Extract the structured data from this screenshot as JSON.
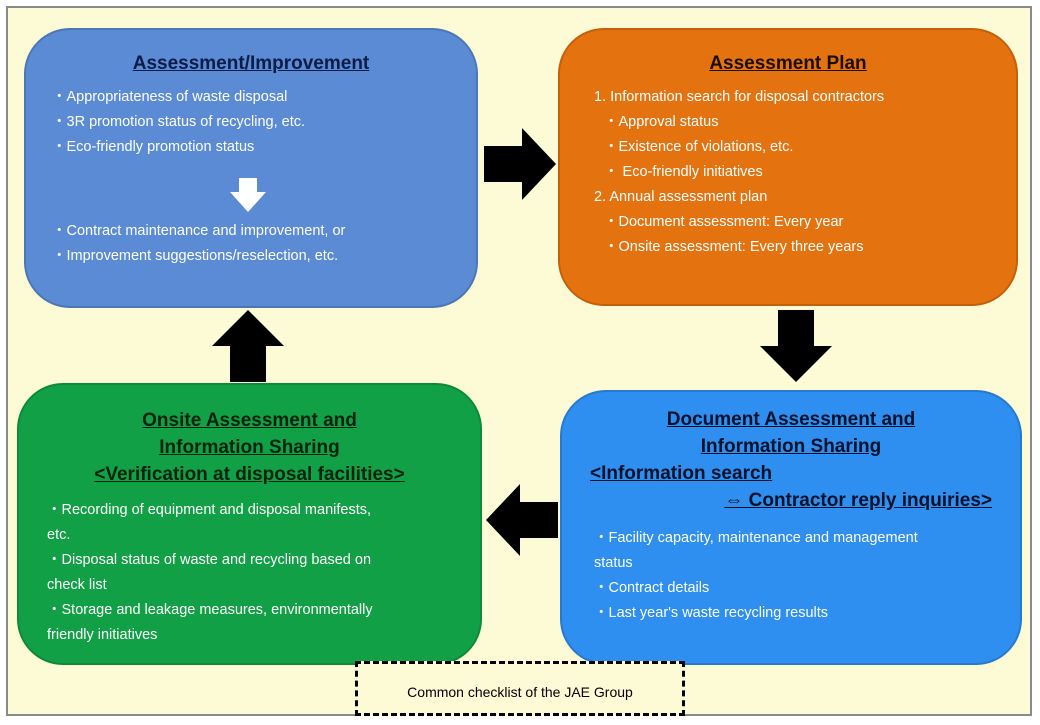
{
  "assessment_improvement": {
    "title": "Assessment/Improvement",
    "items_before": [
      "・Appropriateness of waste disposal",
      "・3R promotion status of recycling, etc.",
      "・Eco-friendly promotion status"
    ],
    "items_after": [
      "・Contract maintenance and improvement, or",
      "・Improvement suggestions/reselection, etc."
    ]
  },
  "assessment_plan": {
    "title": "Assessment Plan",
    "step1": "1. Information search for disposal contractors",
    "step1_items": [
      "・Approval status",
      "・Existence of violations, etc.",
      "・ Eco-friendly initiatives"
    ],
    "step2": "2. Annual assessment plan",
    "step2_items": [
      "・Document assessment: Every year",
      "・Onsite assessment: Every three years"
    ]
  },
  "onsite_assessment": {
    "title_line1": "Onsite Assessment and",
    "title_line2": "Information Sharing",
    "title_line3": "<Verification at disposal facilities>",
    "items": [
      "・Recording of equipment and disposal manifests,",
      "etc.",
      "・Disposal status of waste and recycling based on",
      "check list",
      "・Storage and leakage measures, environmentally",
      "friendly initiatives"
    ]
  },
  "document_assessment": {
    "title_line1": "Document Assessment and",
    "title_line2": "Information Sharing",
    "title_line3": "<Information search",
    "title_line4": "⇔ Contractor reply inquiries>",
    "items": [
      "・Facility capacity, maintenance and management",
      "status",
      "・Contract details",
      "・Last year's waste recycling results"
    ]
  },
  "footer_note": "Common checklist of the JAE Group",
  "colors": {
    "assessment_improvement": "#5a8bd4",
    "assessment_plan": "#e4730f",
    "onsite_assessment": "#12a047",
    "document_assessment": "#2e8ff0",
    "background": "#fdfbd6"
  }
}
